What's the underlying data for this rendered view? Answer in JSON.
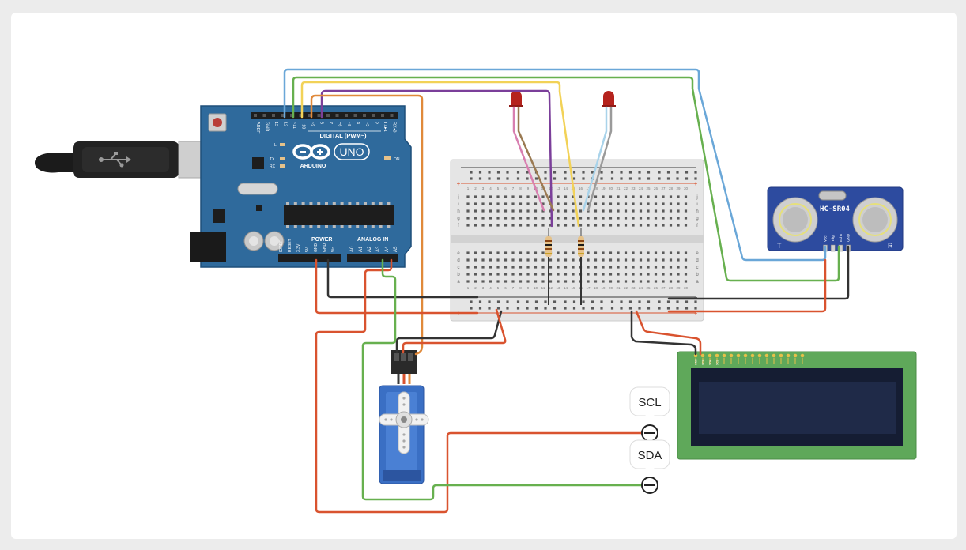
{
  "arduino": {
    "brand": "ARDUINO",
    "model": "UNO",
    "digital_header": "DIGITAL (PWM~)",
    "power_header": "POWER",
    "analog_header": "ANALOG IN",
    "on_label": "ON",
    "l_label": "L",
    "tx_label": "TX",
    "rx_label": "RX",
    "digital_pins": [
      "AREF",
      "GND",
      "13",
      "12",
      "~11",
      "~10",
      "~9",
      "8",
      "7",
      "~6",
      "~5",
      "4",
      "~3",
      "2",
      "TX▸1",
      "RX◂0"
    ],
    "power_pins": [
      "IOREF",
      "RESET",
      "3.3V",
      "5V",
      "GND",
      "GND",
      "Vin"
    ],
    "analog_pins": [
      "A0",
      "A1",
      "A2",
      "A3",
      "A4",
      "A5"
    ]
  },
  "sensor": {
    "name": "HC-SR04",
    "left_mark": "T",
    "right_mark": "R",
    "pins": [
      "Vcc",
      "Trig",
      "Echo",
      "GND"
    ]
  },
  "breadboard": {
    "rows_top": [
      "j",
      "i",
      "h",
      "g",
      "f"
    ],
    "rows_bottom": [
      "e",
      "d",
      "c",
      "b",
      "a"
    ],
    "column_numbers": [
      "1",
      "2",
      "3",
      "4",
      "5",
      "6",
      "7",
      "8",
      "9",
      "10",
      "11",
      "12",
      "13",
      "14",
      "15",
      "16",
      "17",
      "18",
      "19",
      "20",
      "21",
      "22",
      "23",
      "24",
      "25",
      "26",
      "27",
      "28",
      "29",
      "30"
    ]
  },
  "lcd": {
    "pins": [
      "GND",
      "VCC",
      "SDA",
      "SCL"
    ]
  },
  "i2c_probes": {
    "scl_label": "SCL",
    "sda_label": "SDA"
  },
  "colors": {
    "board": "#2f6a9c",
    "wire_blue": "#6aa7d8",
    "wire_green": "#67b04f",
    "wire_yellow": "#f2d257",
    "wire_purple": "#7b3f9a",
    "wire_orange": "#e0893a",
    "wire_red": "#d9532f",
    "wire_black": "#333333",
    "lcd_pcb": "#5fa85a",
    "lcd_screen": "#1f2a48"
  }
}
